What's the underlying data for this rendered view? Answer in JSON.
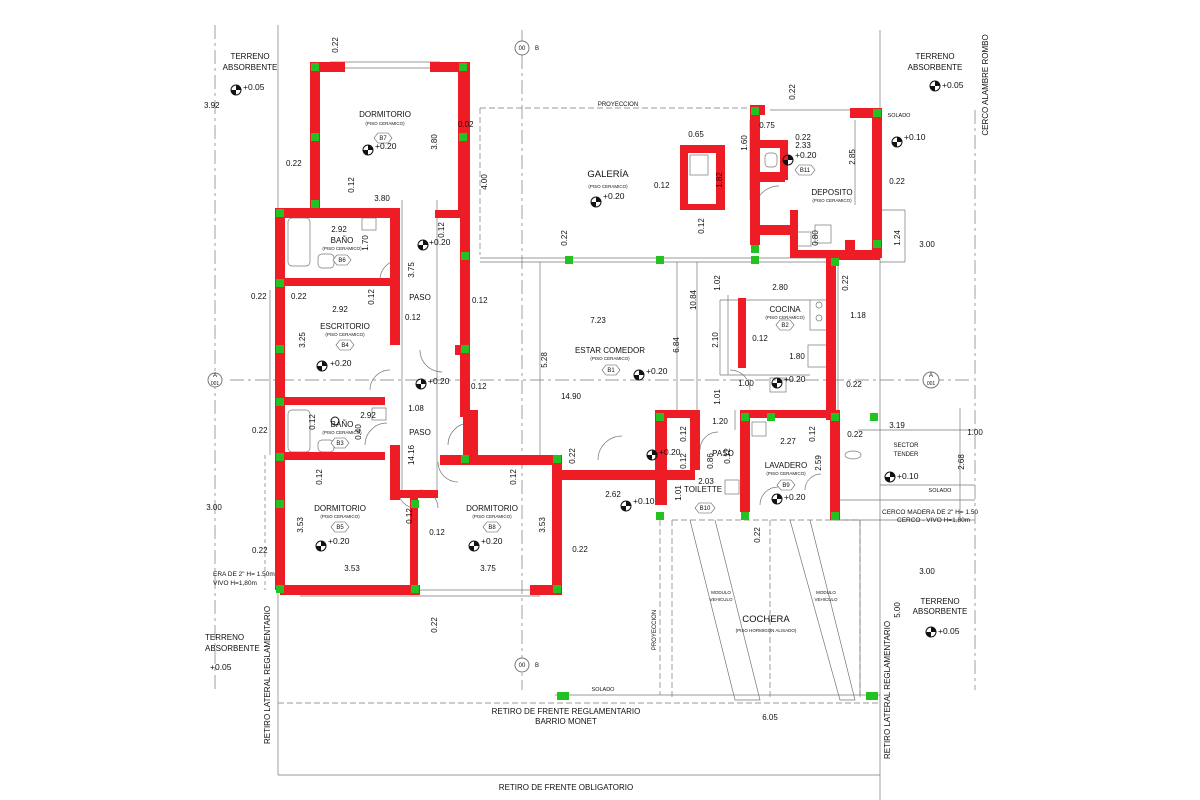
{
  "rooms": [
    {
      "name": "DORMITORIO",
      "floor": "(PISO CERAMICO)",
      "badge": "B7",
      "level": "+0.20"
    },
    {
      "name": "BAÑO",
      "floor": "(PISO CERAMICO)",
      "badge": "B6",
      "level": "+0.20"
    },
    {
      "name": "ESCRITORIO",
      "floor": "(PISO CERAMICO)",
      "badge": "B4",
      "level": "+0.20"
    },
    {
      "name": "BAÑO",
      "floor": "(PISO CERAMICO)",
      "badge": "B3",
      "level": "+0.20"
    },
    {
      "name": "DORMITORIO",
      "floor": "(PISO CERAMICO)",
      "badge": "B5",
      "level": "+0.20"
    },
    {
      "name": "DORMITORIO",
      "floor": "(PISO CERAMICO)",
      "badge": "B8",
      "level": "+0.20"
    },
    {
      "name": "GALERÍA",
      "floor": "(PISO CERAMICO)",
      "badge": "",
      "level": "+0.20"
    },
    {
      "name": "ESTAR COMEDOR",
      "floor": "(PISO CERAMICO)",
      "badge": "B1",
      "level": "+0.20"
    },
    {
      "name": "COCINA",
      "floor": "(PISO CERAMICO)",
      "badge": "B2",
      "level": "+0.20"
    },
    {
      "name": "DEPOSITO",
      "floor": "(PISO CERAMICO)",
      "badge": "B11",
      "level": "+0.20"
    },
    {
      "name": "LAVADERO",
      "floor": "(PISO CERAMICO)",
      "badge": "B9",
      "level": "+0.20"
    },
    {
      "name": "TOILETTE",
      "floor": "",
      "badge": "B10",
      "level": "+0.10"
    },
    {
      "name": "COCHERA",
      "floor": "(PISO HORMIGON ALISADO)",
      "badge": "",
      "level": ""
    }
  ],
  "labels": {
    "terreno_1": "TERRENO",
    "absorbente_1": "ABSORBENTE",
    "lvl_tl": "+0.05",
    "terreno_2": "TERRENO",
    "absorbente_2": "ABSORBENTE",
    "lvl_tr": "+0.05",
    "terreno_3": "TERRENO",
    "absorbente_3": "ABSORBENTE",
    "lvl_r": "+0.05",
    "terreno_4": "TERRENO",
    "absorbente_4": "ABSORBENTE",
    "lvl_l": "+0.05",
    "proyeccion_top": "PROYECCION",
    "proyeccion_side": "PROYECCION",
    "solado_1": "SOLADO",
    "solado_2": "SOLADO",
    "solado_3": "SOLADO",
    "paso_1": "PASO",
    "paso_2": "PASO",
    "paso_3": "PASO",
    "sector": "SECTOR",
    "tender": "TENDER",
    "modulo_1a": "MODULO",
    "modulo_1b": "VEHICULO",
    "modulo_2a": "MODULO",
    "modulo_2b": "VEHICULO",
    "cerco_rombo": "CERCO ALAMBRE ROMBO",
    "cerco_madera": "CERCO MADERA DE 2\" H= 1.50",
    "cerco_vivo": "CERCO - VIVO H=1,80m",
    "cerco_madera_l": "ERA DE 2\" H= 1.50m",
    "cerco_vivo_l": "VIVO H=1,80m",
    "retiro_frente_1": "RETIRO DE FRENTE REGLAMENTARIO",
    "barrio": "BARRIO MONET",
    "retiro_frente_2": "RETIRO DE FRENTE OBLIGATORIO",
    "retiro_lat_1": "RETIRO LATERAL REGLAMENTARIO",
    "retiro_lat_2": "RETIRO LATERAL REGLAMENTARIO",
    "lvl_paso": "+0.20",
    "lvl_corr": "+0.20",
    "lvl_b6": "+0.20",
    "lvl_toil": "+0.10",
    "lvl_sector": "+0.10",
    "lvl_gal_right": "+0.10"
  },
  "section_marks": [
    "00",
    "B",
    "00",
    "B",
    "A",
    "001",
    "A",
    "001"
  ],
  "dimensions": [
    "0.22",
    "3.92",
    "0.22",
    "3.80",
    "0.02",
    "0.12",
    "4.00",
    "3.80",
    "0.22",
    "2.92",
    "1.70",
    "3.75",
    "0.12",
    "0.12",
    "0.12",
    "0.22",
    "2.92",
    "0.12",
    "3.25",
    "0.12",
    "0.12",
    "0.12",
    "7.23",
    "5.28",
    "6.84",
    "10.84",
    "1.02",
    "2.10",
    "1.01",
    "0.22",
    "2.92",
    "1.08",
    "0.40",
    "0.12",
    "14.90",
    "14.16",
    "0.12",
    "0.12",
    "3.53",
    "3.53",
    "3.75",
    "0.12",
    "0.12",
    "3.53",
    "0.22",
    "0.22",
    "0.22",
    "0.65",
    "0.12",
    "1.82",
    "0.12",
    "0.75",
    "0.22",
    "1.60",
    "2.33",
    "2.85",
    "0.22",
    "0.80",
    "1.24",
    "3.00",
    "0.22",
    "2.80",
    "0.22",
    "1.18",
    "0.12",
    "1.80",
    "1.00",
    "0.22",
    "1.20",
    "0.12",
    "0.12",
    "0.86",
    "0.12",
    "2.27",
    "0.12",
    "2.59",
    "0.22",
    "3.19",
    "1.00",
    "2.68",
    "2.62",
    "2.03",
    "1.01",
    "0.22",
    "3.00",
    "5.00",
    "6.05",
    "0.22",
    "3.00",
    "3.53"
  ]
}
